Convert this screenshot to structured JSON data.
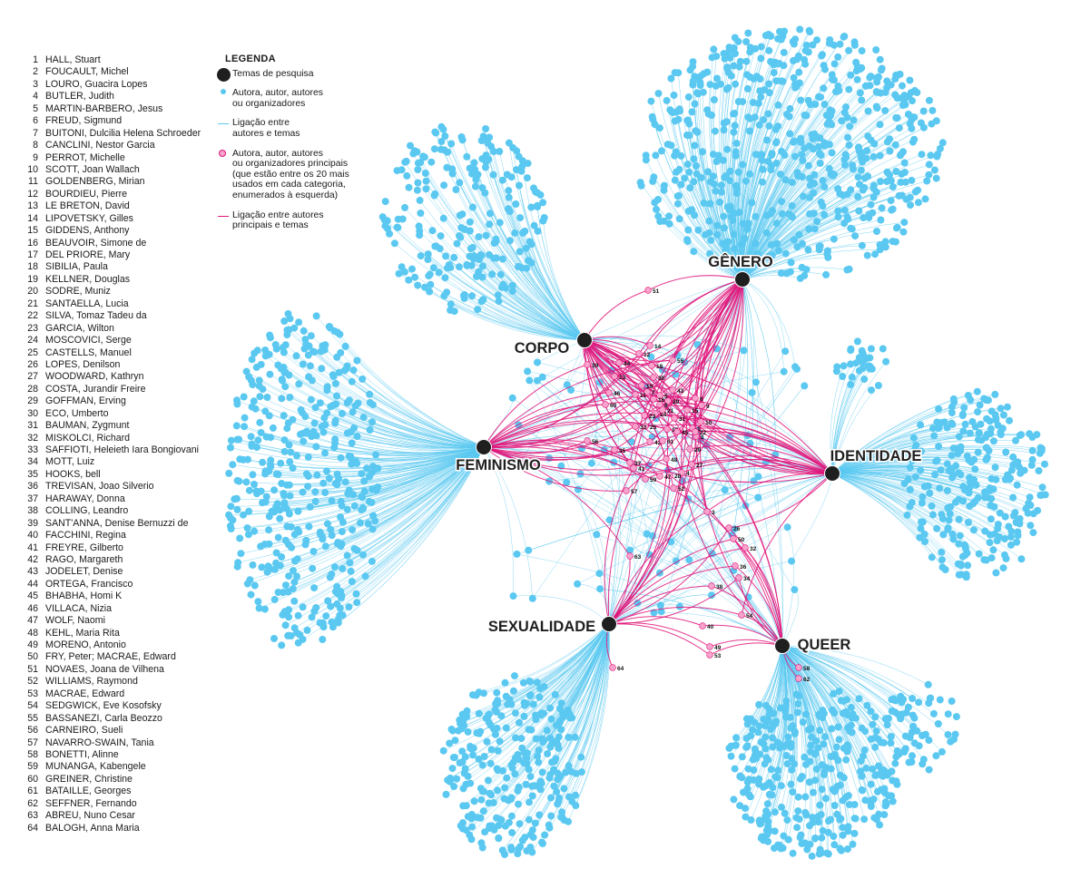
{
  "authors": [
    {
      "num": "1",
      "name": "HALL, Stuart"
    },
    {
      "num": "2",
      "name": "FOUCAULT, Michel"
    },
    {
      "num": "3",
      "name": "LOURO, Guacira Lopes"
    },
    {
      "num": "4",
      "name": "BUTLER, Judith"
    },
    {
      "num": "5",
      "name": "MARTIN-BARBERO, Jesus"
    },
    {
      "num": "6",
      "name": "FREUD, Sigmund"
    },
    {
      "num": "7",
      "name": "BUITONI, Dulcilia Helena Schroeder"
    },
    {
      "num": "8",
      "name": "CANCLINI, Nestor Garcia"
    },
    {
      "num": "9",
      "name": "PERROT, Michelle"
    },
    {
      "num": "10",
      "name": "SCOTT, Joan Wallach"
    },
    {
      "num": "11",
      "name": "GOLDENBERG, Mirian"
    },
    {
      "num": "12",
      "name": "BOURDIEU, Pierre"
    },
    {
      "num": "13",
      "name": "LE BRETON, David"
    },
    {
      "num": "14",
      "name": "LIPOVETSKY, Gilles"
    },
    {
      "num": "15",
      "name": "GIDDENS, Anthony"
    },
    {
      "num": "16",
      "name": "BEAUVOIR, Simone de"
    },
    {
      "num": "17",
      "name": "DEL PRIORE, Mary"
    },
    {
      "num": "18",
      "name": "SIBILIA, Paula"
    },
    {
      "num": "19",
      "name": "KELLNER, Douglas"
    },
    {
      "num": "20",
      "name": "SODRE, Muniz"
    },
    {
      "num": "21",
      "name": "SANTAELLA, Lucia"
    },
    {
      "num": "22",
      "name": "SILVA, Tomaz Tadeu da"
    },
    {
      "num": "23",
      "name": "GARCIA, Wilton"
    },
    {
      "num": "24",
      "name": "MOSCOVICI, Serge"
    },
    {
      "num": "25",
      "name": "CASTELLS, Manuel"
    },
    {
      "num": "26",
      "name": "LOPES, Denilson"
    },
    {
      "num": "27",
      "name": "WOODWARD, Kathryn"
    },
    {
      "num": "28",
      "name": "COSTA, Jurandir Freire"
    },
    {
      "num": "29",
      "name": "GOFFMAN, Erving"
    },
    {
      "num": "30",
      "name": "ECO, Umberto"
    },
    {
      "num": "31",
      "name": "BAUMAN, Zygmunt"
    },
    {
      "num": "32",
      "name": "MISKOLCI, Richard"
    },
    {
      "num": "33",
      "name": "SAFFIOTI, Heleieth Iara Bongiovani"
    },
    {
      "num": "34",
      "name": "MOTT, Luiz"
    },
    {
      "num": "35",
      "name": "HOOKS, bell"
    },
    {
      "num": "36",
      "name": "TREVISAN, Joao Silverio"
    },
    {
      "num": "37",
      "name": "HARAWAY, Donna"
    },
    {
      "num": "38",
      "name": "COLLING, Leandro"
    },
    {
      "num": "39",
      "name": "SANT'ANNA, Denise Bernuzzi de"
    },
    {
      "num": "40",
      "name": "FACCHINI, Regina"
    },
    {
      "num": "41",
      "name": "FREYRE, Gilberto"
    },
    {
      "num": "42",
      "name": "RAGO, Margareth"
    },
    {
      "num": "43",
      "name": "JODELET, Denise"
    },
    {
      "num": "44",
      "name": "ORTEGA, Francisco"
    },
    {
      "num": "45",
      "name": "BHABHA, Homi K"
    },
    {
      "num": "46",
      "name": "VILLACA, Nizia"
    },
    {
      "num": "47",
      "name": "WOLF, Naomi"
    },
    {
      "num": "48",
      "name": "KEHL, Maria Rita"
    },
    {
      "num": "49",
      "name": "MORENO, Antonio"
    },
    {
      "num": "50",
      "name": "FRY, Peter; MACRAE, Edward"
    },
    {
      "num": "51",
      "name": "NOVAES, Joana de Vilhena"
    },
    {
      "num": "52",
      "name": "WILLIAMS, Raymond"
    },
    {
      "num": "53",
      "name": "MACRAE, Edward"
    },
    {
      "num": "54",
      "name": "SEDGWICK, Eve Kosofsky"
    },
    {
      "num": "55",
      "name": "BASSANEZI, Carla Beozzo"
    },
    {
      "num": "56",
      "name": "CARNEIRO, Sueli"
    },
    {
      "num": "57",
      "name": "NAVARRO-SWAIN, Tania"
    },
    {
      "num": "58",
      "name": "BONETTI, Alinne"
    },
    {
      "num": "59",
      "name": "MUNANGA, Kabengele"
    },
    {
      "num": "60",
      "name": "GREINER, Christine"
    },
    {
      "num": "61",
      "name": "BATAILLE, Georges"
    },
    {
      "num": "62",
      "name": "SEFFNER, Fernando"
    },
    {
      "num": "63",
      "name": "ABREU, Nuno Cesar"
    },
    {
      "num": "64",
      "name": "BALOGH, Anna Maria"
    }
  ],
  "legend": {
    "title": "LEGENDA",
    "theme": "Temas de pesquisa",
    "author_line1": "Autora, autor, autores",
    "author_line2": "ou organizadores",
    "link_line1": "Ligação entre",
    "link_line2": "autores e temas",
    "main_line1": "Autora, autor, autores",
    "main_line2": "ou organizadores principais",
    "main_line3": "(que estão entre os 20 mais",
    "main_line4": "usados em cada categoria,",
    "main_line5": "enumerados à esquerda)",
    "mainlink_line1": "Ligação entre autores",
    "mainlink_line2": "principais e temas"
  },
  "themes": [
    {
      "id": "genero",
      "label": "GÊNERO"
    },
    {
      "id": "corpo",
      "label": "CORPO"
    },
    {
      "id": "feminismo",
      "label": "FEMINISMO"
    },
    {
      "id": "identidade",
      "label": "IDENTIDADE"
    },
    {
      "id": "sexualidade",
      "label": "SEXUALIDADE"
    },
    {
      "id": "queer",
      "label": "QUEER"
    }
  ],
  "main_nodes": [
    {
      "n": "51",
      "themes": [
        "genero",
        "corpo"
      ]
    },
    {
      "n": "14",
      "themes": [
        "genero",
        "corpo",
        "feminismo"
      ]
    },
    {
      "n": "39",
      "themes": [
        "corpo",
        "feminismo"
      ]
    },
    {
      "n": "55",
      "themes": [
        "genero",
        "feminismo",
        "corpo"
      ]
    },
    {
      "n": "12",
      "themes": [
        "genero",
        "corpo",
        "feminismo",
        "identidade"
      ]
    },
    {
      "n": "13",
      "themes": [
        "corpo",
        "genero"
      ]
    },
    {
      "n": "44",
      "themes": [
        "corpo",
        "genero"
      ]
    },
    {
      "n": "46",
      "themes": [
        "corpo",
        "feminismo"
      ]
    },
    {
      "n": "60",
      "themes": [
        "corpo",
        "feminismo"
      ]
    },
    {
      "n": "18",
      "themes": [
        "corpo",
        "genero",
        "identidade"
      ]
    },
    {
      "n": "30",
      "themes": [
        "corpo",
        "identidade"
      ]
    },
    {
      "n": "19",
      "themes": [
        "corpo",
        "identidade"
      ]
    },
    {
      "n": "6",
      "themes": [
        "genero",
        "corpo",
        "sexualidade",
        "feminismo"
      ]
    },
    {
      "n": "9",
      "themes": [
        "genero",
        "feminismo",
        "corpo"
      ]
    },
    {
      "n": "15",
      "themes": [
        "genero",
        "identidade",
        "sexualidade",
        "corpo"
      ]
    },
    {
      "n": "43",
      "themes": [
        "corpo",
        "identidade"
      ]
    },
    {
      "n": "20",
      "themes": [
        "corpo",
        "identidade"
      ]
    },
    {
      "n": "24",
      "themes": [
        "corpo",
        "identidade"
      ]
    },
    {
      "n": "10",
      "themes": [
        "genero",
        "feminismo",
        "sexualidade"
      ]
    },
    {
      "n": "1",
      "themes": [
        "identidade",
        "genero",
        "feminismo",
        "corpo",
        "queer"
      ]
    },
    {
      "n": "2",
      "themes": [
        "genero",
        "corpo",
        "sexualidade",
        "feminismo",
        "queer",
        "identidade"
      ]
    },
    {
      "n": "3",
      "themes": [
        "genero",
        "sexualidade",
        "queer",
        "feminismo",
        "identidade",
        "corpo"
      ]
    },
    {
      "n": "4",
      "themes": [
        "genero",
        "queer",
        "sexualidade",
        "feminismo",
        "identidade",
        "corpo"
      ]
    },
    {
      "n": "5",
      "themes": [
        "identidade",
        "corpo",
        "genero"
      ]
    },
    {
      "n": "7",
      "themes": [
        "feminismo",
        "genero",
        "corpo"
      ]
    },
    {
      "n": "8",
      "themes": [
        "identidade",
        "corpo"
      ]
    },
    {
      "n": "11",
      "themes": [
        "corpo",
        "genero",
        "feminismo"
      ]
    },
    {
      "n": "16",
      "themes": [
        "feminismo",
        "genero",
        "corpo"
      ]
    },
    {
      "n": "17",
      "themes": [
        "genero",
        "feminismo",
        "sexualidade"
      ]
    },
    {
      "n": "21",
      "themes": [
        "corpo",
        "identidade"
      ]
    },
    {
      "n": "22",
      "themes": [
        "identidade",
        "queer",
        "genero"
      ]
    },
    {
      "n": "23",
      "themes": [
        "corpo",
        "genero",
        "identidade"
      ]
    },
    {
      "n": "25",
      "themes": [
        "identidade",
        "genero"
      ]
    },
    {
      "n": "26",
      "themes": [
        "queer",
        "identidade",
        "sexualidade"
      ]
    },
    {
      "n": "27",
      "themes": [
        "identidade",
        "genero",
        "feminismo"
      ]
    },
    {
      "n": "28",
      "themes": [
        "sexualidade",
        "corpo",
        "queer"
      ]
    },
    {
      "n": "29",
      "themes": [
        "identidade",
        "corpo"
      ]
    },
    {
      "n": "31",
      "themes": [
        "identidade",
        "corpo"
      ]
    },
    {
      "n": "32",
      "themes": [
        "queer",
        "sexualidade"
      ]
    },
    {
      "n": "33",
      "themes": [
        "feminismo",
        "genero"
      ]
    },
    {
      "n": "34",
      "themes": [
        "sexualidade",
        "queer"
      ]
    },
    {
      "n": "35",
      "themes": [
        "feminismo",
        "genero"
      ]
    },
    {
      "n": "36",
      "themes": [
        "queer",
        "sexualidade"
      ]
    },
    {
      "n": "37",
      "themes": [
        "corpo",
        "feminismo",
        "genero"
      ]
    },
    {
      "n": "38",
      "themes": [
        "queer",
        "sexualidade"
      ]
    },
    {
      "n": "40",
      "themes": [
        "queer",
        "sexualidade"
      ]
    },
    {
      "n": "41",
      "themes": [
        "corpo",
        "sexualidade",
        "genero"
      ]
    },
    {
      "n": "42",
      "themes": [
        "feminismo",
        "genero",
        "corpo"
      ]
    },
    {
      "n": "45",
      "themes": [
        "identidade",
        "genero"
      ]
    },
    {
      "n": "47",
      "themes": [
        "corpo",
        "feminismo"
      ]
    },
    {
      "n": "48",
      "themes": [
        "feminismo",
        "genero"
      ]
    },
    {
      "n": "49",
      "themes": [
        "queer",
        "sexualidade"
      ]
    },
    {
      "n": "50",
      "themes": [
        "queer",
        "sexualidade"
      ]
    },
    {
      "n": "52",
      "themes": [
        "identidade",
        "corpo"
      ]
    },
    {
      "n": "53",
      "themes": [
        "queer",
        "sexualidade"
      ]
    },
    {
      "n": "54",
      "themes": [
        "queer",
        "sexualidade",
        "identidade"
      ]
    },
    {
      "n": "56",
      "themes": [
        "feminismo",
        "identidade"
      ]
    },
    {
      "n": "57",
      "themes": [
        "feminismo",
        "genero"
      ]
    },
    {
      "n": "58",
      "themes": [
        "queer"
      ]
    },
    {
      "n": "59",
      "themes": [
        "identidade",
        "feminismo"
      ]
    },
    {
      "n": "61",
      "themes": [
        "corpo",
        "sexualidade"
      ]
    },
    {
      "n": "62",
      "themes": [
        "queer"
      ]
    },
    {
      "n": "63",
      "themes": [
        "sexualidade",
        "feminismo"
      ]
    },
    {
      "n": "64",
      "themes": [
        "sexualidade"
      ]
    }
  ],
  "colors": {
    "author": "#5ac8f0",
    "link": "#5ac8f0",
    "main_fill": "#f7a3cc",
    "main_stroke": "#e0157a",
    "main_link": "#e0157a",
    "theme": "#1f1f1f"
  }
}
